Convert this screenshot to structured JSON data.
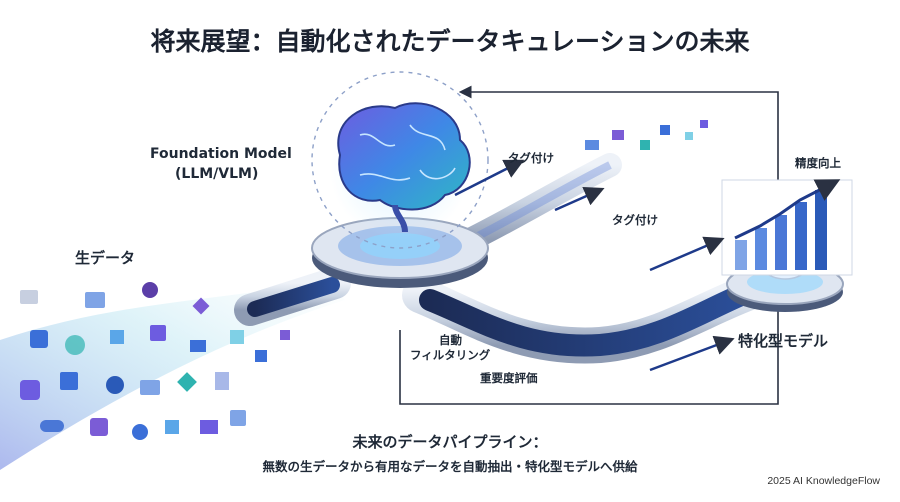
{
  "title": "将来展望：自動化されたデータキュレーションの未来",
  "labels": {
    "foundation_model_line1": "Foundation Model",
    "foundation_model_line2": "(LLM/VLM)",
    "raw_data": "生データ",
    "tagging_upper": "タグ付け",
    "tagging_lower": "タグ付け",
    "auto_filtering_line1": "自動",
    "auto_filtering_line2": "フィルタリング",
    "importance_eval": "重要度評価",
    "specialized_model": "特化型モデル",
    "accuracy_up": "精度向上"
  },
  "caption": {
    "line1": "未来のデータパイプライン：",
    "line2": "無数の生データから有用なデータを自動抽出・特化型モデルへ供給"
  },
  "credit": "2025 AI KnowledgeFlow",
  "colors": {
    "primary_blue": "#3b6fd8",
    "purple": "#7b5cd6",
    "teal": "#2fb3b0",
    "navy": "#1e3a8a",
    "pipe_gray": "#c9d3e2"
  },
  "icons": [
    "brain-icon",
    "text-doc-icon",
    "image-icon",
    "audio-wave-icon",
    "video-play-icon",
    "chart-icon"
  ]
}
